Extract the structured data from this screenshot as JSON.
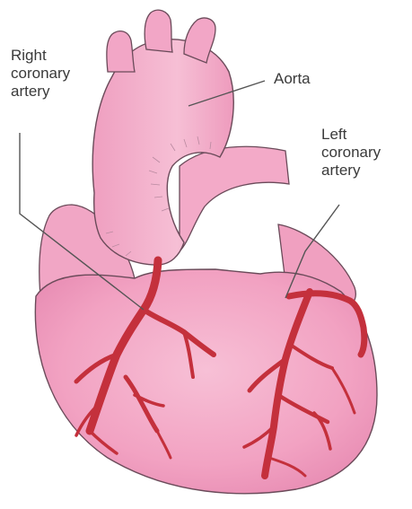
{
  "labels": {
    "right_coronary": [
      "Right",
      "coronary",
      "artery"
    ],
    "aorta": "Aorta",
    "left_coronary": [
      "Left",
      "coronary",
      "artery"
    ]
  },
  "colors": {
    "heart": "#f2a2c2",
    "heart_dark": "#e58ab0",
    "outline": "#6b4b5a",
    "artery": "#c4303c",
    "artery_edge": "#8f1f2a",
    "leader": "#555555"
  }
}
